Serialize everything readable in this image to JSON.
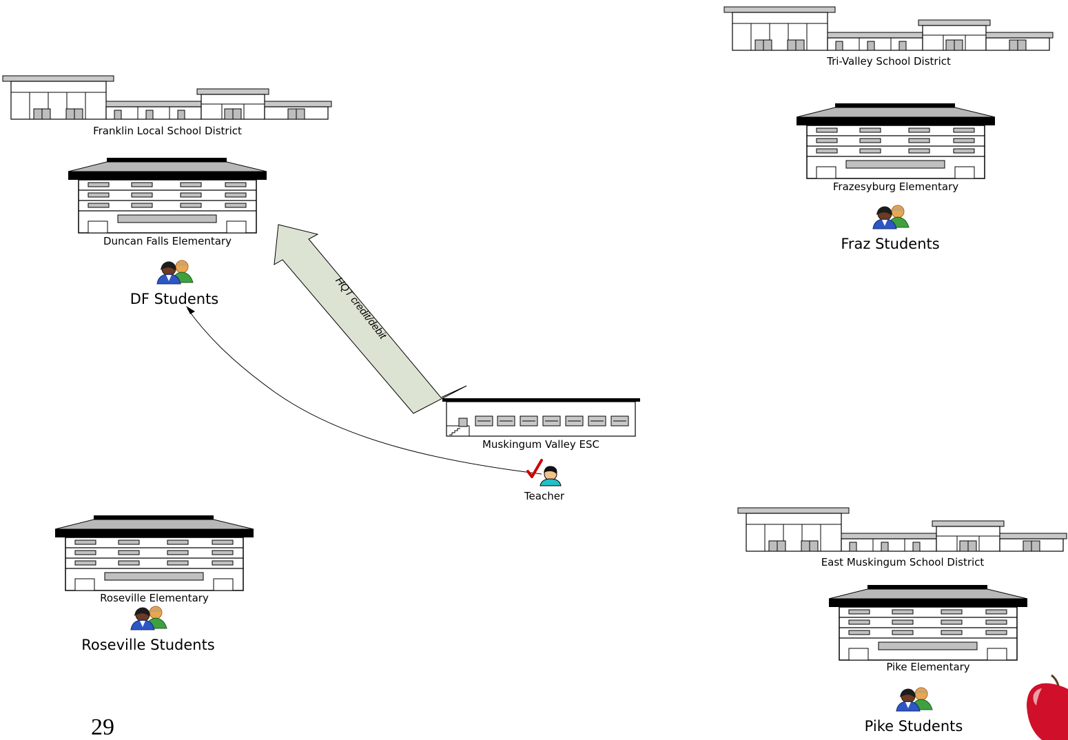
{
  "districts": {
    "franklin": "Franklin Local School District",
    "tri_valley": "Tri-Valley School District",
    "east_muskingum": "East Muskingum School District"
  },
  "schools": {
    "duncan_falls": "Duncan Falls Elementary",
    "frazesyburg": "Frazesyburg Elementary",
    "roseville": "Roseville Elementary",
    "pike": "Pike  Elementary"
  },
  "students": {
    "df": "DF Students",
    "fraz": "Fraz Students",
    "roseville": "Roseville Students",
    "pike": "Pike Students"
  },
  "esc": "Muskingum Valley ESC",
  "teacher": "Teacher",
  "block_arrow_label": "HQT credit/debit",
  "slide_number": "29",
  "colors": {
    "block_arrow_fill": "#dde3d3",
    "roof_gray": "#b8b8b8",
    "window_gray": "#c0c0c0",
    "apple_red": "#d0102a",
    "check_red": "#cc0000"
  }
}
